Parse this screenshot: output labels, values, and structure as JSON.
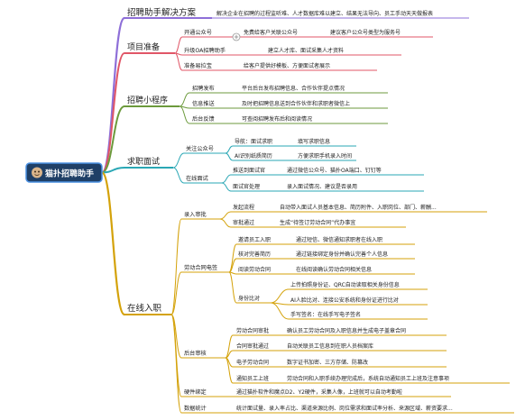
{
  "root": {
    "label": "猫扑招聘助手",
    "avatar_icon": "avatar-icon"
  },
  "branches": [
    {
      "id": "b1",
      "label": "招聘助手解决方案",
      "color": "#8e6fd8",
      "desc": "解决企业在招聘的过程监听难、人才数据库难以建立、结果无法导向、员工手动天天做报表"
    },
    {
      "id": "b2",
      "label": "项目准备",
      "color": "#e05667",
      "items": [
        {
          "label": "开通公众号",
          "desc": "免费给客户关联公众号",
          "extra": "建议客户公众号类型为服务号"
        },
        {
          "label": "升级OA招聘助手",
          "desc": "建立人才库、面试采集人才资料"
        },
        {
          "label": "准备易拉宝",
          "desc": "给客户提供好模板、方便面试者展示"
        }
      ]
    },
    {
      "id": "b3",
      "label": "招聘小程序",
      "color": "#6c9a3c",
      "items": [
        {
          "label": "招聘发布",
          "desc": "平台后台发布招聘信息、合作伙伴提点情况"
        },
        {
          "label": "信息推送",
          "desc": "及时把招聘信息送到合作伙伴和求职者微信上"
        },
        {
          "label": "后台反馈",
          "desc": "可查阅招聘发布后和阅读情况"
        }
      ]
    },
    {
      "id": "b4",
      "label": "求职面试",
      "color": "#2aa7b5",
      "groups": [
        {
          "label": "关注公众号",
          "items": [
            {
              "label": "导航：面试求职",
              "desc": "填写求职信息"
            },
            {
              "label": "AI识别纸质简历",
              "desc": "方便求职手机录入时间"
            }
          ]
        },
        {
          "label": "在线面试",
          "items": [
            {
              "label": "推送到面试官",
              "desc": "通过微信公众号、猫扑OA端口、钉钉等"
            },
            {
              "label": "面试官处理",
              "desc": "录入面试情况、建议是否录用"
            }
          ]
        }
      ]
    },
    {
      "id": "b5",
      "label": "在线入职",
      "color": "#d4a20a",
      "groups": [
        {
          "label": "录入审批",
          "items": [
            {
              "label": "发起流程",
              "desc": "自动带入面试人员基本信息、简历附件、入职岗位、部门、薪酬..."
            },
            {
              "label": "审批通过",
              "desc": "生成“待签订劳动合同”代办事宜"
            }
          ]
        },
        {
          "label": "劳动合同电签",
          "items": [
            {
              "label": "邀请员工入职",
              "desc": "通过短信、微信通知求职者在线入职"
            },
            {
              "label": "核对完善简历",
              "desc": "通过链接绑定身份并确认完善个人信息"
            },
            {
              "label": "阅读劳动合同",
              "desc": "在线阅读确认劳动合同相关信息"
            },
            {
              "label": "身份比对",
              "subs": [
                "上传拍照身份证、QRC自动读取相关身份信息",
                "AI人脸比对、连接公安系统和身份证进行比对",
                "手写签名：在线手写电子签名"
              ]
            }
          ]
        },
        {
          "label": "后台审核",
          "items": [
            {
              "label": "劳动合同审批",
              "desc": "确认员工劳动合同及入职信息并生成电子盖章合同"
            },
            {
              "label": "合同审批通过",
              "desc": "自动关联员工信息到在职人员档案库"
            },
            {
              "label": "电子劳动合同",
              "desc": "数字证书加密、三方存储、防篡改"
            },
            {
              "label": "通知员工上班",
              "desc": "劳动合同和入职手续办理完成后，系统自动通知员工上班及注意事项"
            }
          ]
        },
        {
          "label": "硬件绑定",
          "desc": "通过猫扑软件和魔点D2、Y2硬件，采集人像，上班就可以自动考勤啦"
        },
        {
          "label": "数据统计",
          "desc": "统计面试量、录入率占比、渠道来源比例、岗位需求和面试率分析、来源区域、薪资要求..."
        }
      ]
    }
  ]
}
